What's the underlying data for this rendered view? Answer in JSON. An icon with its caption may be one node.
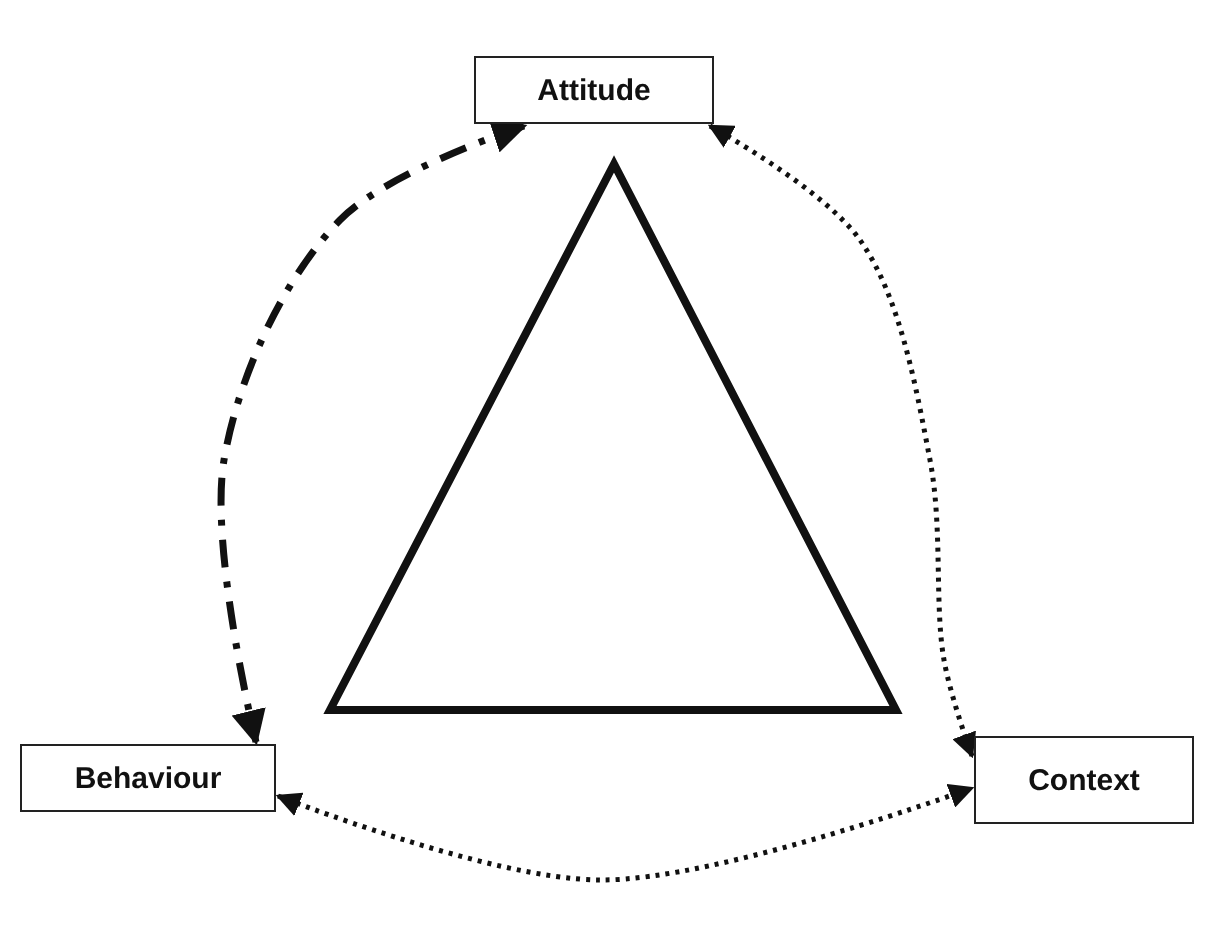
{
  "diagram": {
    "nodes": [
      {
        "text": [
          "Attitude"
        ]
      },
      {
        "text": [
          "Behaviour"
        ]
      },
      {
        "text": [
          "Context"
        ]
      }
    ],
    "edges": [
      {
        "from": 0,
        "to": 1,
        "arrow": "both",
        "style": "dashed"
      },
      {
        "from": 0,
        "to": 2,
        "arrow": "both"
      },
      {
        "from": 1,
        "to": 2,
        "arrow": "both"
      }
    ]
  }
}
